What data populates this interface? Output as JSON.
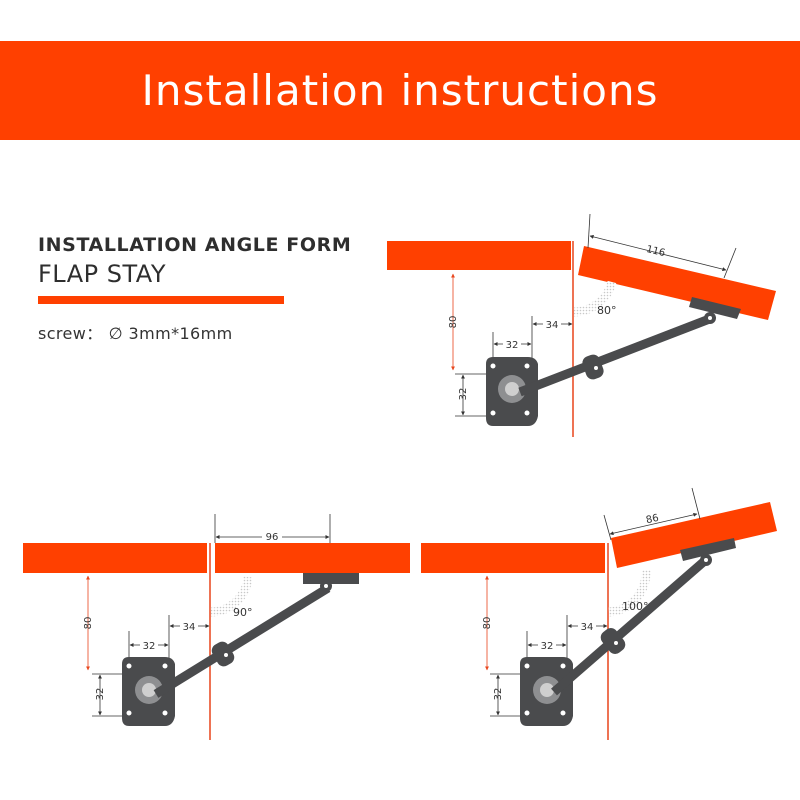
{
  "header": {
    "title": "Installation instructions"
  },
  "intro": {
    "heading": "INSTALLATION ANGLE FORM",
    "subheading": "FLAP STAY",
    "screw_label": "screw：",
    "screw_value": "∅ 3mm*16mm"
  },
  "colors": {
    "accent": "#ff4000",
    "metal": "#4a4b4d",
    "guide": "#e8451c"
  },
  "diagrams": [
    {
      "name": "80-degree",
      "angle": "80°",
      "offset": "116",
      "height": "80",
      "width": "32",
      "depth": "32",
      "gap": "34"
    },
    {
      "name": "90-degree",
      "angle": "90°",
      "offset": "96",
      "height": "80",
      "width": "32",
      "depth": "32",
      "gap": "34"
    },
    {
      "name": "100-degree",
      "angle": "100°",
      "offset": "86",
      "height": "80",
      "width": "32",
      "depth": "32",
      "gap": "34"
    }
  ]
}
